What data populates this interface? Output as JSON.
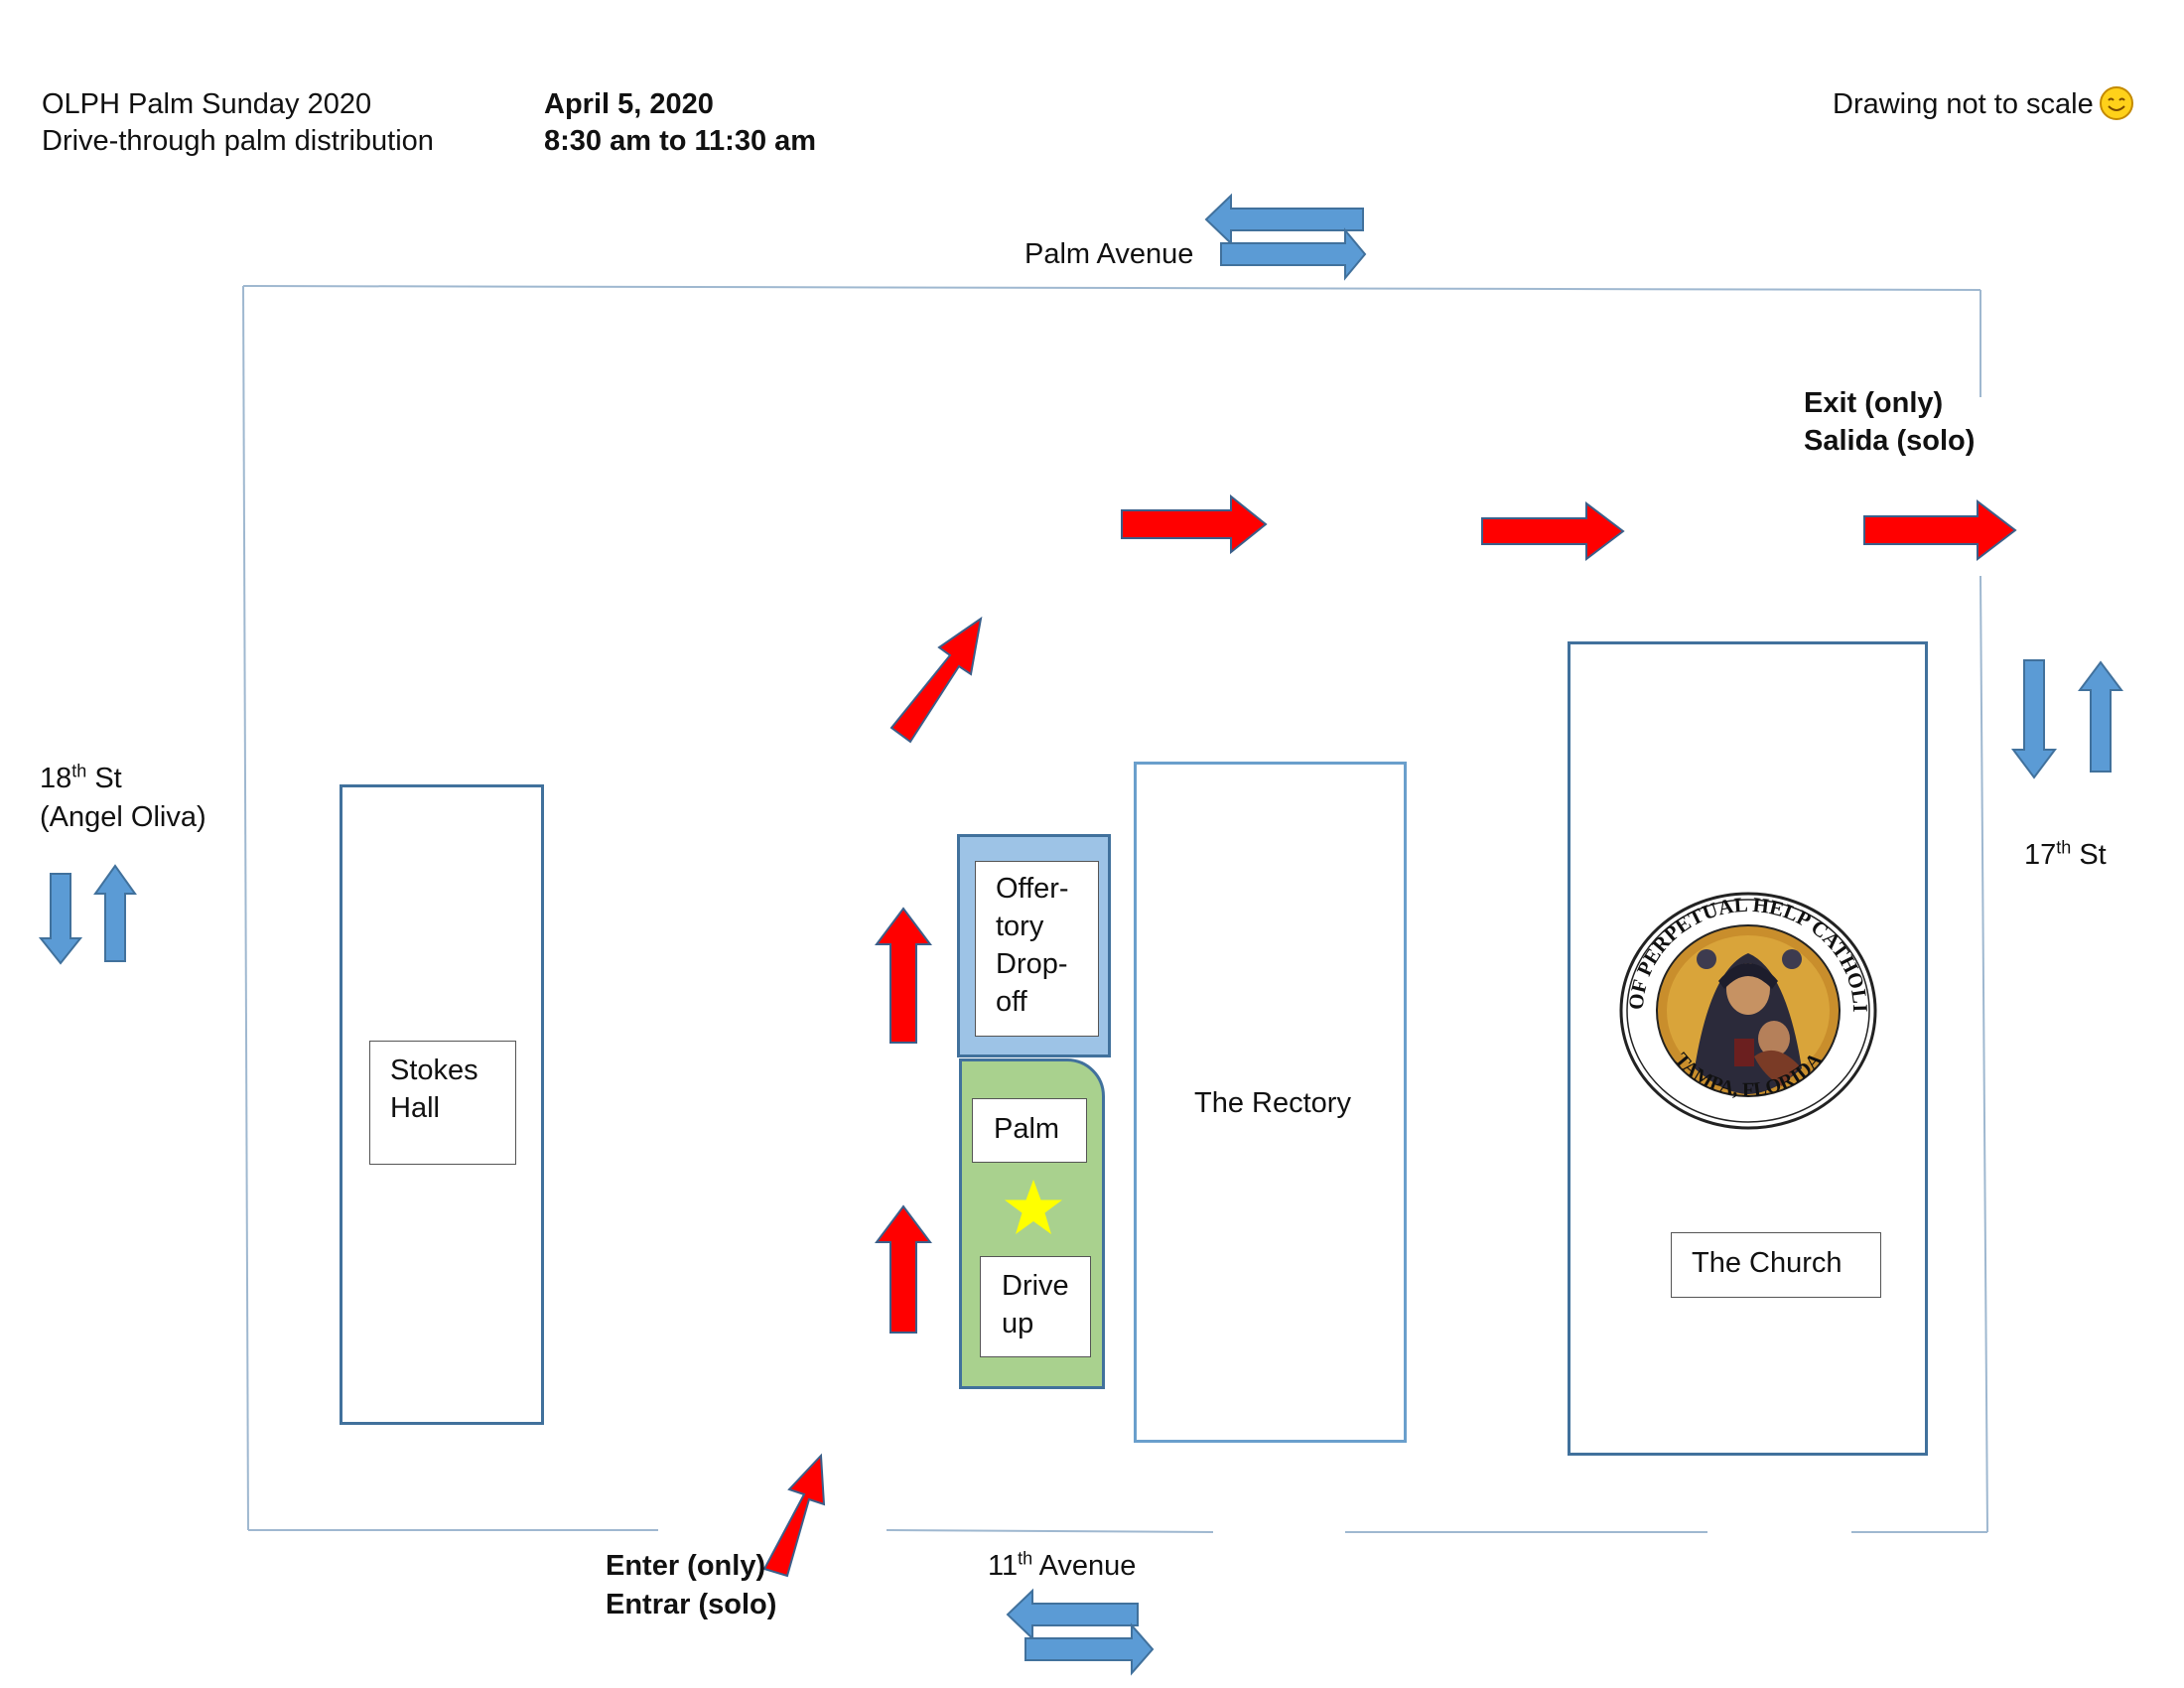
{
  "header": {
    "event_title": "OLPH Palm Sunday 2020",
    "event_subtitle": "Drive-through palm distribution",
    "date": "April 5, 2020",
    "time": "8:30 am to 11:30 am",
    "scale_note": "Drawing not to scale"
  },
  "streets": {
    "north": "Palm Avenue",
    "south_num": "11",
    "south_sup": "th",
    "south_rest": " Avenue",
    "west_num": "18",
    "west_sup": "th",
    "west_rest": " St",
    "west_alt": "(Angel Oliva)",
    "east_num": "17",
    "east_sup": "th",
    "east_rest": " St"
  },
  "signs": {
    "enter_en": "Enter (only)",
    "enter_es": "Entrar (solo)",
    "exit_en": "Exit (only)",
    "exit_es": "Salida (solo)"
  },
  "buildings": {
    "stokes_line1": "Stokes",
    "stokes_line2": "Hall",
    "offertory_1": "Offer-",
    "offertory_2": "tory",
    "offertory_3": "Drop-",
    "offertory_4": "off",
    "palm": "Palm",
    "drive_1": "Drive",
    "drive_2": "up",
    "rectory": "The Rectory",
    "church": "The Church"
  },
  "seal": {
    "ring_text": "OUR LADY OF PERPETUAL HELP CATHOLIC CHURCH",
    "bottom_text": "TAMPA, FLORIDA"
  },
  "colors": {
    "flow_arrow": "#ff0000",
    "street_arrow": "#5b9bd5",
    "building_border": "#41719c",
    "palm_area": "#a9d18e",
    "offertory_area": "#9dc3e6",
    "star": "#ffff00"
  },
  "icons": {
    "smiley": "smiley-icon",
    "star": "star-icon"
  }
}
